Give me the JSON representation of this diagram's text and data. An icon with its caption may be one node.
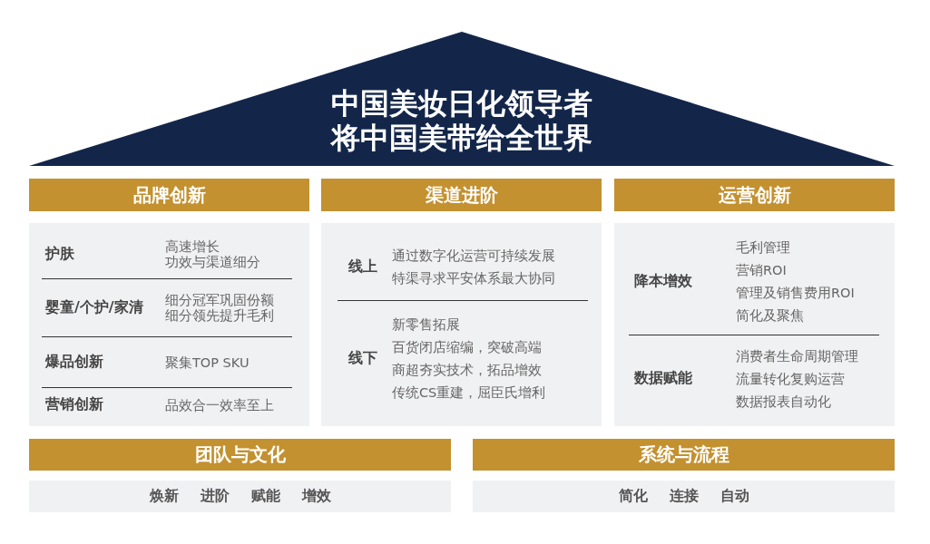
{
  "diagram": {
    "nodes": [
      {
        "text": [
          "中国美妆日化领导者将中国美带给全世界"
        ]
      },
      {
        "text": [
          "品牌创新"
        ]
      },
      {
        "text": [],
        "shape": "box"
      },
      {
        "text": [
          "护肤",
          "高速增长",
          "功效与渠道细分"
        ],
        "in": 2
      },
      {
        "text": [
          "婴童/个护/家清",
          "细分冠军巩固份额",
          "细分领先提升毛利"
        ],
        "in": 2
      },
      {
        "text": [
          "爆品创新",
          "聚集TOP SKU"
        ],
        "in": 2
      },
      {
        "text": [
          "营销创新",
          "品效合一效率至上"
        ],
        "in": 2
      },
      {
        "text": [
          "渠道进阶"
        ]
      },
      {
        "text": [],
        "shape": "box"
      },
      {
        "text": [
          "线上",
          "通过数字化运营可持续发展",
          "特渠寻求平安体系最大协同"
        ],
        "in": 8
      },
      {
        "text": [
          "线下",
          "新零售拓展",
          "百货闭店缩编，突破高端",
          "商超夯实技术，拓品增效",
          "传统CS重建，屈臣氏增利"
        ],
        "in": 8
      },
      {
        "text": [
          "运营创新"
        ]
      },
      {
        "text": [],
        "shape": "box"
      },
      {
        "text": [
          "降本增效",
          "毛利管理",
          "营销ROI",
          "管理及销售费用ROI",
          "简化及聚焦"
        ],
        "in": 12
      },
      {
        "text": [
          "数据赋能",
          "消费者生命周期管理",
          "流量转化复购运营",
          "数据报表自动化"
        ],
        "in": 12
      },
      {
        "text": [
          "团队与文化"
        ]
      },
      {
        "text": [
          "焕新",
          "进阶",
          "赋能",
          "增效"
        ]
      },
      {
        "text": [
          "系统与流程"
        ]
      },
      {
        "text": [
          "简化",
          "连接",
          "自动"
        ]
      }
    ]
  }
}
